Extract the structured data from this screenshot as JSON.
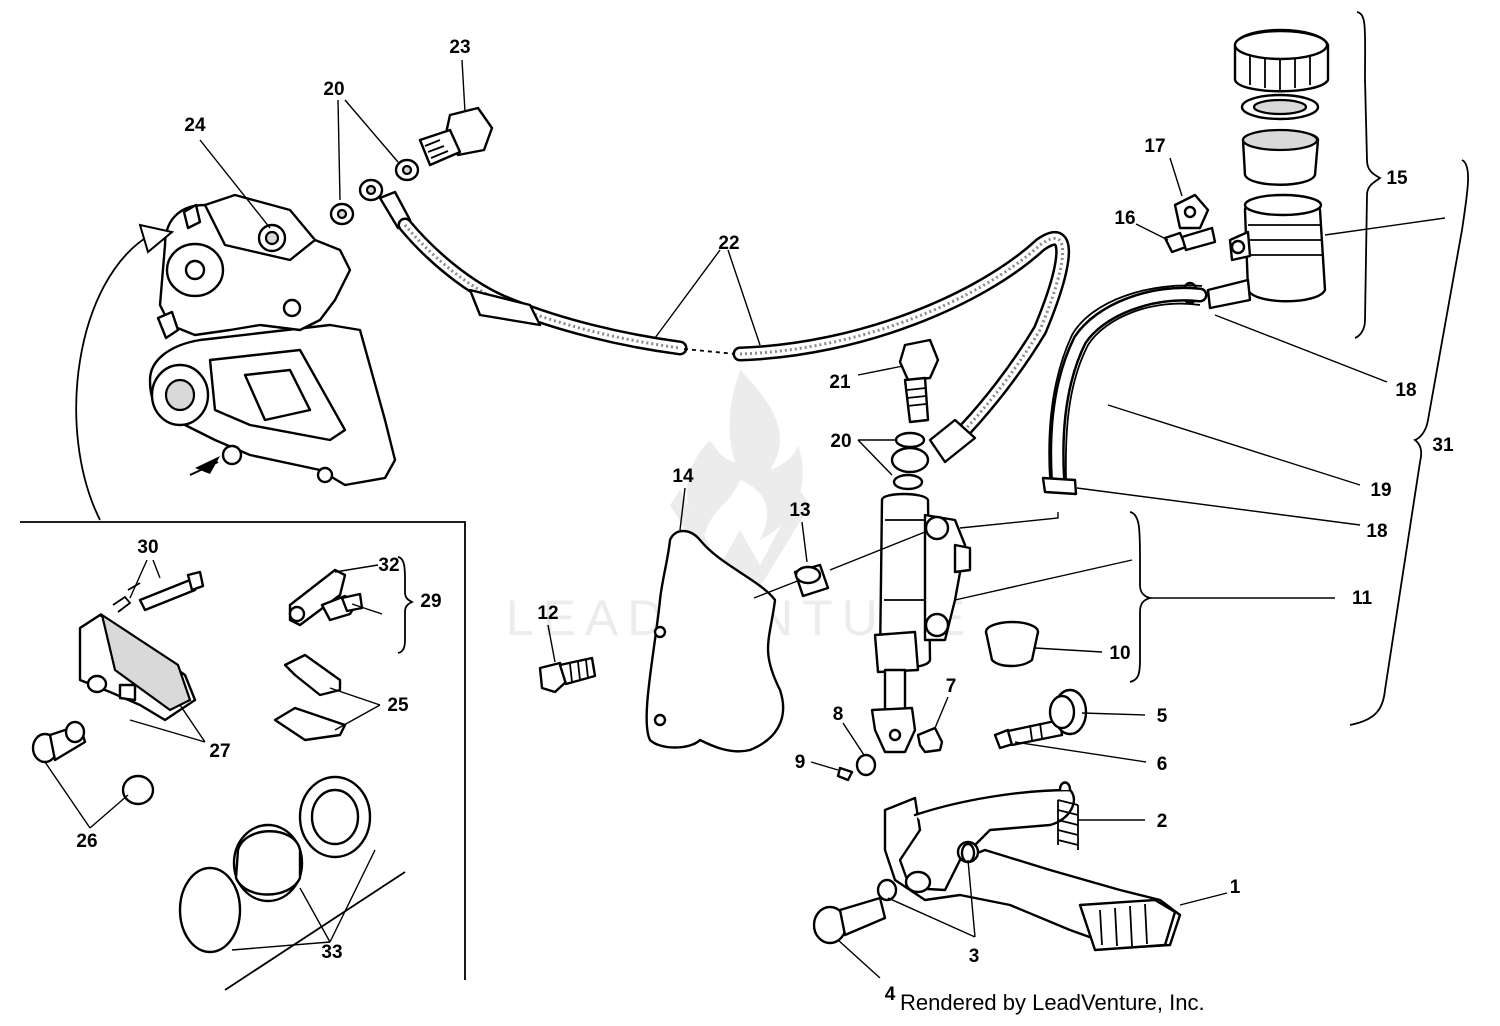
{
  "callouts": [
    {
      "id": "1",
      "label": "1"
    },
    {
      "id": "2",
      "label": "2"
    },
    {
      "id": "3",
      "label": "3"
    },
    {
      "id": "4",
      "label": "4"
    },
    {
      "id": "5",
      "label": "5"
    },
    {
      "id": "6",
      "label": "6"
    },
    {
      "id": "7",
      "label": "7"
    },
    {
      "id": "8",
      "label": "8"
    },
    {
      "id": "9",
      "label": "9"
    },
    {
      "id": "10",
      "label": "10"
    },
    {
      "id": "11",
      "label": "11"
    },
    {
      "id": "12",
      "label": "12"
    },
    {
      "id": "13",
      "label": "13"
    },
    {
      "id": "14",
      "label": "14"
    },
    {
      "id": "15",
      "label": "15"
    },
    {
      "id": "16",
      "label": "16"
    },
    {
      "id": "17",
      "label": "17"
    },
    {
      "id": "18a",
      "label": "18"
    },
    {
      "id": "18b",
      "label": "18"
    },
    {
      "id": "19",
      "label": "19"
    },
    {
      "id": "20a",
      "label": "20"
    },
    {
      "id": "20b",
      "label": "20"
    },
    {
      "id": "21",
      "label": "21"
    },
    {
      "id": "22",
      "label": "22"
    },
    {
      "id": "23",
      "label": "23"
    },
    {
      "id": "24",
      "label": "24"
    },
    {
      "id": "25",
      "label": "25"
    },
    {
      "id": "26",
      "label": "26"
    },
    {
      "id": "27",
      "label": "27"
    },
    {
      "id": "29",
      "label": "29"
    },
    {
      "id": "30",
      "label": "30"
    },
    {
      "id": "31",
      "label": "31"
    },
    {
      "id": "32",
      "label": "32"
    },
    {
      "id": "33",
      "label": "33"
    }
  ],
  "watermark": {
    "text": "LEADVENTURE"
  },
  "credit": "Rendered by LeadVenture, Inc.",
  "colors": {
    "line": "#000000",
    "background": "#ffffff",
    "watermark": "#e6e6e6"
  }
}
